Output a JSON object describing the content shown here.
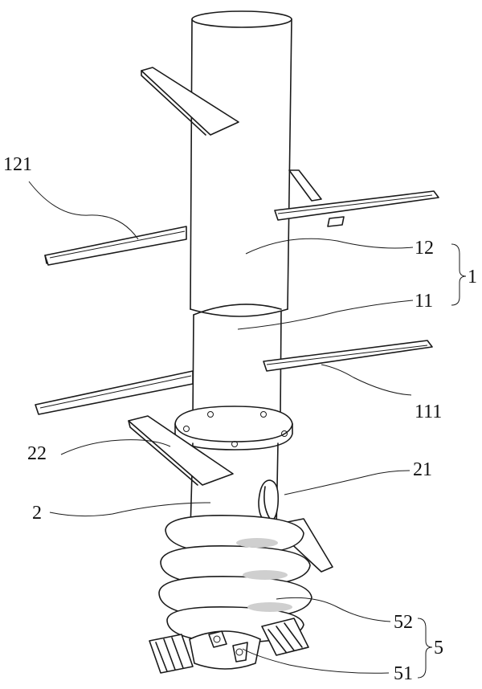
{
  "labels": {
    "l121": "121",
    "l12": "12",
    "l1": "1",
    "l11": "11",
    "l111": "111",
    "l22": "22",
    "l21": "21",
    "l2": "2",
    "l52": "52",
    "l5": "5",
    "l51": "51"
  }
}
